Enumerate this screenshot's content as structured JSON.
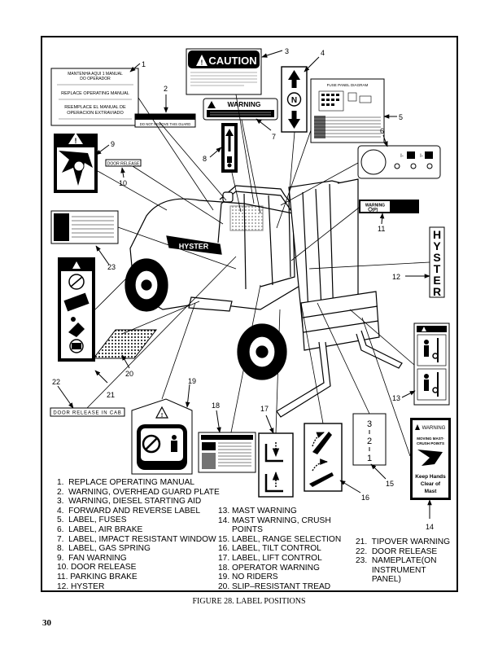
{
  "figure_caption": "FIGURE 28. LABEL POSITIONS",
  "page_number": "30",
  "callouts": [
    "1",
    "2",
    "3",
    "4",
    "5",
    "6",
    "7",
    "8",
    "9",
    "10",
    "11",
    "12",
    "13",
    "14",
    "15",
    "16",
    "17",
    "18",
    "19",
    "20",
    "21",
    "22",
    "23"
  ],
  "labels": {
    "door_release_in_cab": "DOOR RELEASE IN CAB",
    "door_release": "DOOR RELEASE",
    "caution": "CAUTION",
    "warning": "WARNING",
    "warning_small": "WARNING",
    "hyster_vertical": [
      "H",
      "Y",
      "S",
      "T",
      "E",
      "R"
    ],
    "hyster_truck": "HYSTER",
    "fuse_panel_diagram": "FUSE PANEL DIAGRAM",
    "manual_es_1": "MANTENHA AQUI 1 MANUAL",
    "manual_es_2": "DO OPERADOR",
    "replace_manual_1": "REPLACE OPERATING MANUAL",
    "replace_manual_2": "REEMPLACE EL MANUAL DE",
    "replace_manual_3": "OPERACION EXTRAVIADO",
    "do_not_remove": "DO NOT REMOVE THIS GUARD",
    "range_numbers": [
      "3",
      "2",
      "1"
    ],
    "mast_warning_lines": [
      "MOVING MAST-",
      "CRUSH POINTS",
      "Keep Hands",
      "Clear of",
      "Mast"
    ]
  },
  "legend": {
    "col1": [
      "1.  REPLACE OPERATING MANUAL",
      "2.  WARNING, OVERHEAD GUARD PLATE",
      "3.  WARNING, DIESEL STARTING AID",
      "4.  FORWARD AND REVERSE LABEL",
      "5.  LABEL, FUSES",
      "6.  LABEL, AIR BRAKE",
      "7.  LABEL, IMPACT RESISTANT WINDOW",
      "8.  LABEL, GAS SPRING",
      "9.  FAN WARNING",
      "10. DOOR RELEASE",
      "11. PARKING BRAKE",
      "12. HYSTER"
    ],
    "col2": [
      "13. MAST WARNING",
      "14. MAST WARNING, CRUSH",
      "      POINTS",
      "15. LABEL, RANGE SELECTION",
      "16. LABEL, TILT CONTROL",
      "17. LABEL, LIFT CONTROL",
      "18. OPERATOR WARNING",
      "19. NO RIDERS",
      "20. SLIP–RESISTANT TREAD"
    ],
    "col3": [
      "21.  TIPOVER WARNING",
      "22.  DOOR RELEASE",
      "23.  NAMEPLATE(ON",
      "       INSTRUMENT",
      "       PANEL)"
    ]
  }
}
